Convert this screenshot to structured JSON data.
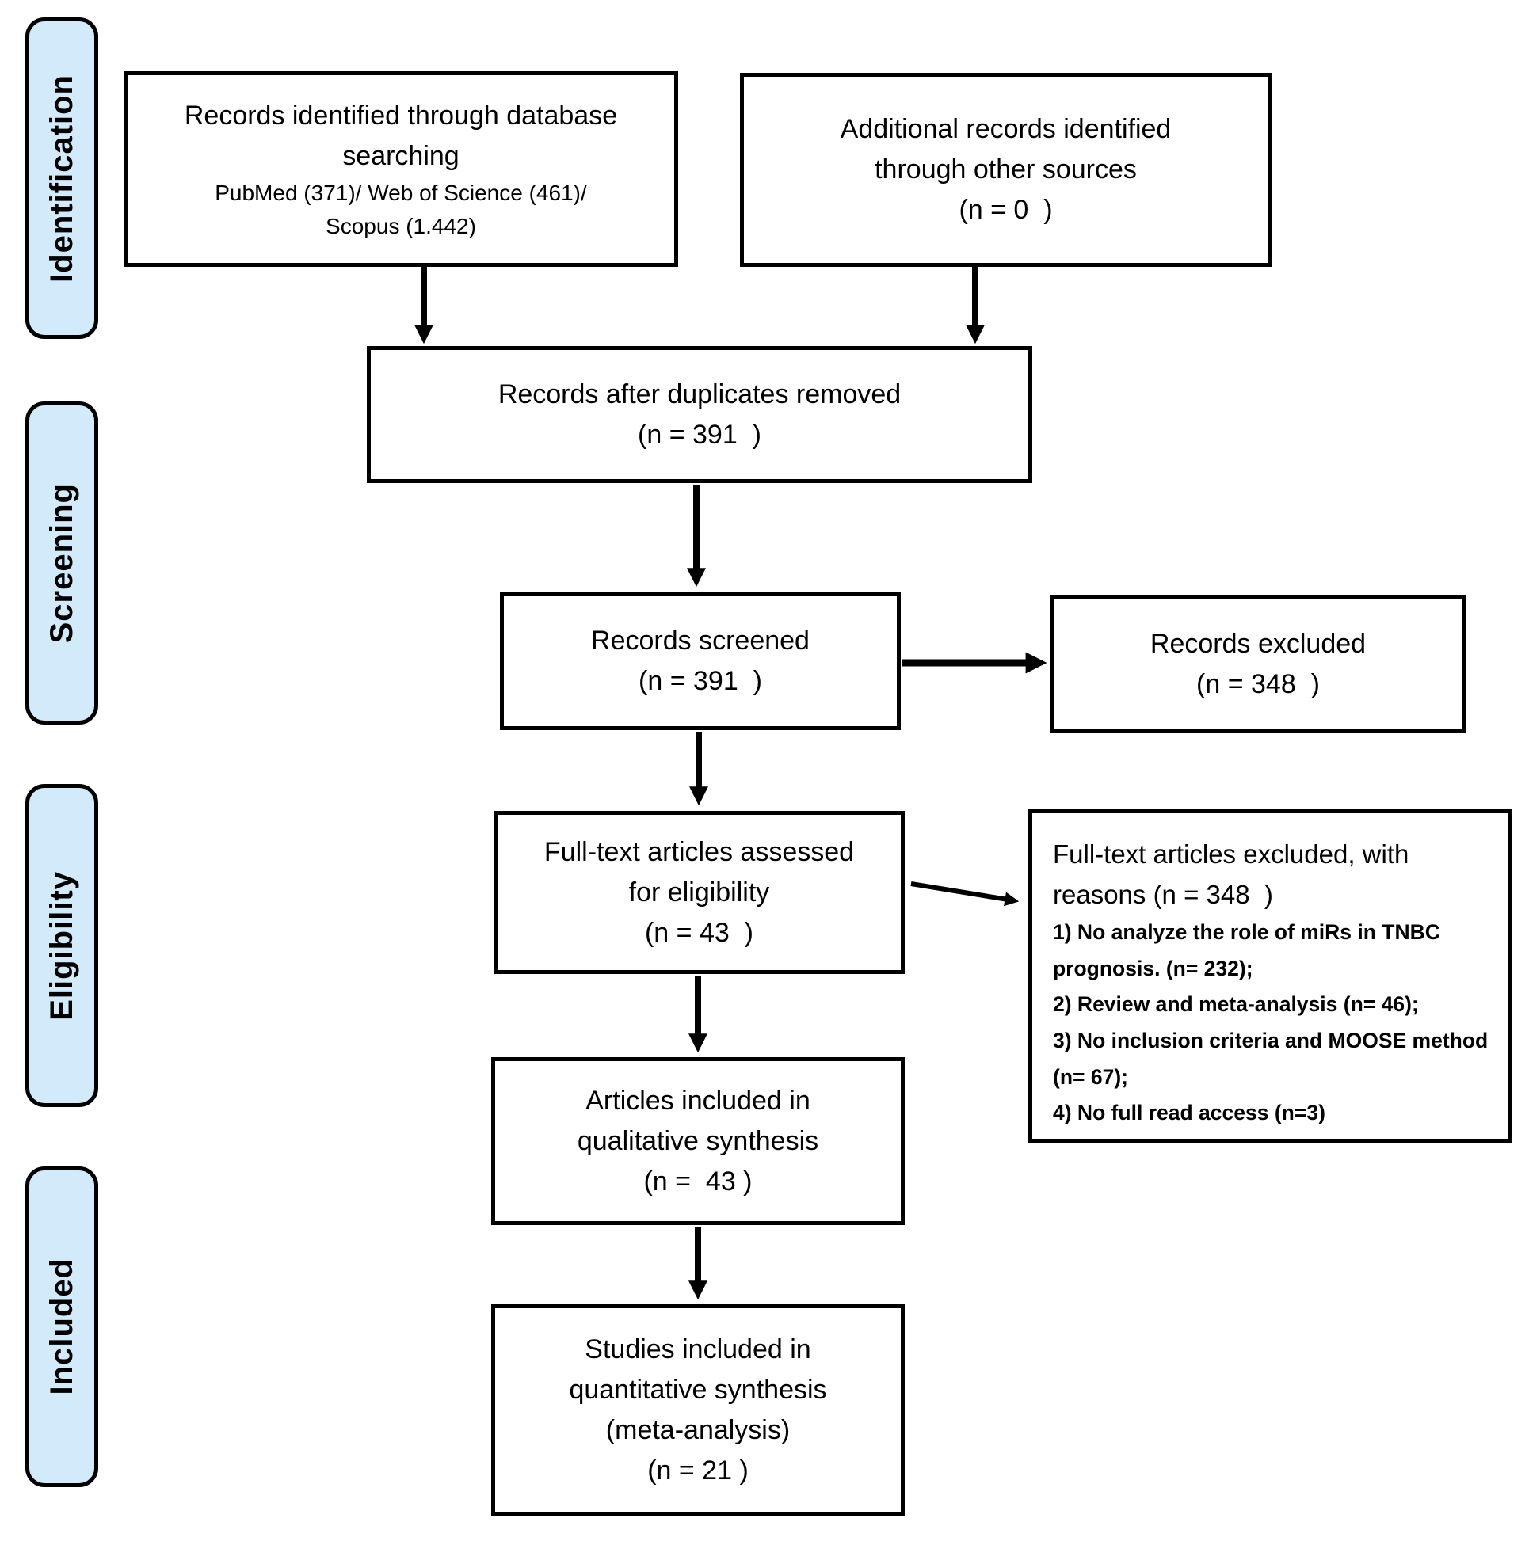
{
  "colors": {
    "stage_fill": "#d3eafb",
    "border": "#000000",
    "background": "#ffffff"
  },
  "stages": [
    {
      "label": "Identification"
    },
    {
      "label": "Screening"
    },
    {
      "label": "Eligibility"
    },
    {
      "label": "Included"
    }
  ],
  "boxes": {
    "identified": {
      "title": "Records identified through database\nsearching",
      "sub": "PubMed (371)/ Web of Science (461)/\nScopus (1.442)"
    },
    "additional": {
      "text": "Additional records identified\nthrough other sources\n(n = 0  )"
    },
    "deduplicated": {
      "text": "Records after duplicates removed\n(n = 391  )"
    },
    "screened": {
      "text": "Records screened\n(n = 391  )"
    },
    "records_excluded": {
      "text": "Records excluded\n(n = 348  )"
    },
    "fulltext_assessed": {
      "text": "Full-text articles assessed\nfor eligibility\n(n = 43  )"
    },
    "fulltext_excluded": {
      "title": "Full-text articles excluded, with\nreasons (n = 348  )",
      "reasons": "1) No analyze the role of miRs in TNBC\nprognosis. (n= 232);\n2) Review and meta-analysis (n= 46);\n3) No inclusion criteria and MOOSE method\n(n= 67);\n4) No full read access (n=3)"
    },
    "qualitative": {
      "text": "Articles included in\nqualitative synthesis\n(n =  43 )"
    },
    "quantitative": {
      "text": "Studies included in\nquantitative synthesis\n(meta-analysis)\n(n = 21 )"
    }
  }
}
